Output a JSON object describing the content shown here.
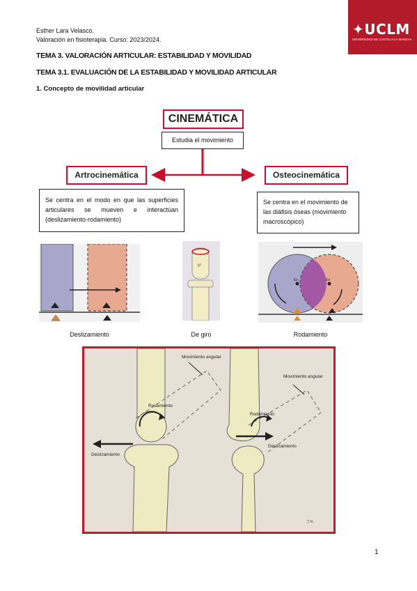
{
  "header": {
    "author": "Esther Lara Velasco.",
    "course": "Valoración en fisioterapia. Curso: 2023/2024."
  },
  "logo": {
    "text": "UCLM",
    "subtitle": "UNIVERSIDAD DE CASTILLA-LA MANCHA"
  },
  "headings": {
    "tema": "TEMA 3. VALORACIÓN ARTICULAR: ESTABILIDAD Y MOVILIDAD",
    "subtema": "TEMA 3.1. EVALUACIÓN DE LA ESTABILIDAD Y MOVILIDAD ARTICULAR",
    "section": "1. Concepto de movilidad articular"
  },
  "diagram": {
    "title": "CINEMÁTICA",
    "subtitle": "Estudia el movimiento",
    "left_label": "Artrocinemática",
    "right_label": "Osteocinemática",
    "left_desc": "Se centra en el modo en que las superficies articulares se mueven e interactúan (deslizamiento-rodamiento)",
    "right_desc": "Se centra en el movimiento de las diáfisis óseas (movimiento macroscópico)",
    "colors": {
      "accent": "#c8102e",
      "purple": "#9b8fc4",
      "salmon": "#e9a88f"
    }
  },
  "images": {
    "captions": [
      "Deslizamiento",
      "De giro",
      "Rodamiento"
    ],
    "sliding_ptr": "pᵗ",
    "rolling_labels": [
      "Ee",
      "Ee"
    ]
  },
  "figure": {
    "left_labels": {
      "movimiento": "Movimiento angular",
      "rodamiento": "Rodamiento",
      "deslizamiento": "Deslizamiento"
    },
    "right_labels": {
      "movimiento": "Movimiento angular",
      "rodamiento": "Rodamiento",
      "deslizamiento": "Deslizamiento"
    },
    "signature": "T.K."
  },
  "page_number": "1"
}
